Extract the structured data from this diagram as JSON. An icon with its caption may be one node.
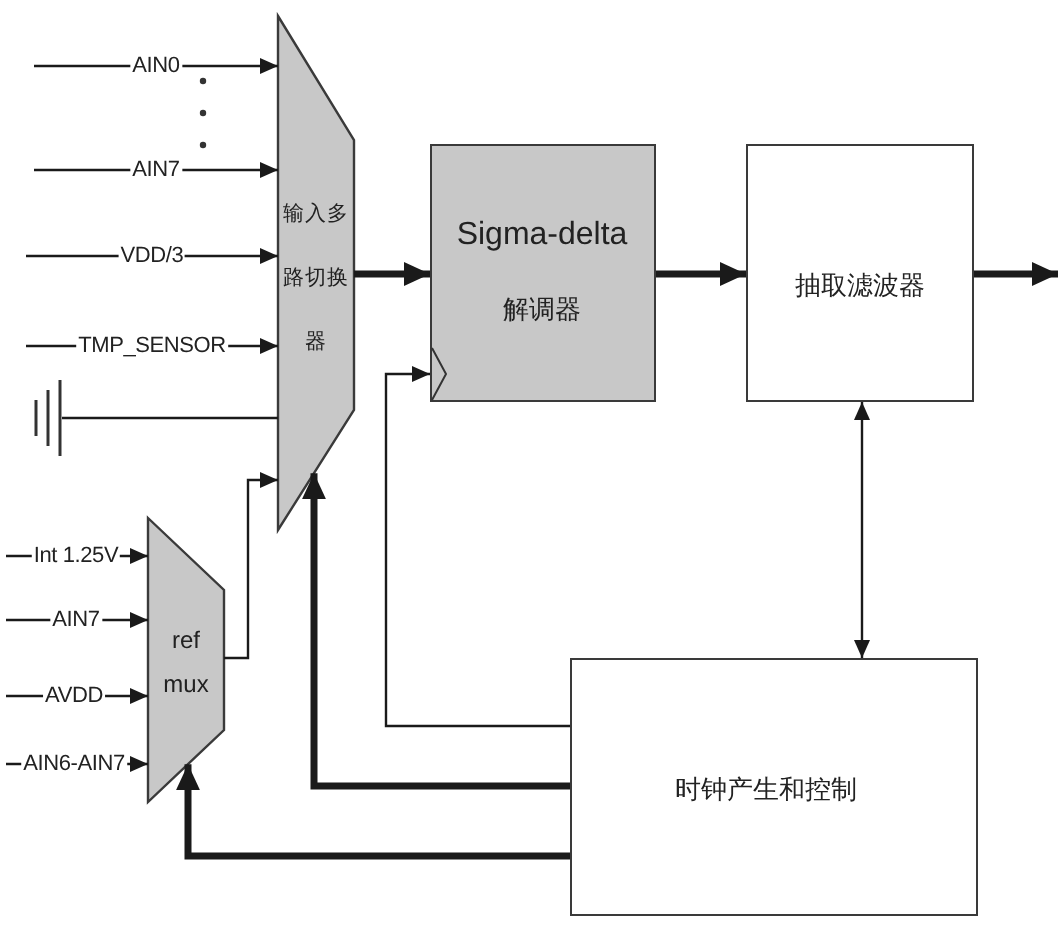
{
  "diagram": {
    "nodes": [
      {
        "text": [
          "输入多路切换器"
        ]
      },
      {
        "text": [
          "Sigma-delta",
          "解调器"
        ]
      },
      {
        "text": [
          "抽取滤波器"
        ]
      },
      {
        "text": [],
        "shape": "ground"
      },
      {
        "text": [
          "ref mux"
        ]
      },
      {
        "text": [
          "时钟产生和控制"
        ]
      }
    ],
    "edges": [
      {
        "from": null,
        "to": 0,
        "arrow": "to",
        "label": "AIN0"
      },
      {
        "from": null,
        "to": 0,
        "arrow": "to",
        "label": "AIN7"
      },
      {
        "from": null,
        "to": 0,
        "arrow": "to",
        "label": "VDD/3"
      },
      {
        "from": null,
        "to": 0,
        "arrow": "to",
        "label": "TMP_SENSOR"
      },
      {
        "from": 3,
        "to": 0,
        "arrow": "none"
      },
      {
        "from": 0,
        "to": 1,
        "arrow": "to",
        "style": "thick"
      },
      {
        "from": 1,
        "to": 2,
        "arrow": "to",
        "style": "thick"
      },
      {
        "from": 2,
        "to": null,
        "arrow": "to",
        "style": "thick"
      },
      {
        "from": 2,
        "to": 5,
        "arrow": "both"
      },
      {
        "from": 5,
        "to": 1,
        "arrow": "to"
      },
      {
        "from": 5,
        "to": 0,
        "arrow": "to",
        "style": "thick"
      },
      {
        "from": 5,
        "to": 4,
        "arrow": "to",
        "style": "thick"
      },
      {
        "from": 4,
        "to": 0,
        "arrow": "to"
      },
      {
        "from": null,
        "to": 4,
        "arrow": "to",
        "label": "Int 1.25V"
      },
      {
        "from": null,
        "to": 4,
        "arrow": "to",
        "label": "AIN7"
      },
      {
        "from": null,
        "to": 4,
        "arrow": "to",
        "label": "AVDD"
      },
      {
        "from": null,
        "to": 4,
        "arrow": "to",
        "label": "AIN6-AIN7"
      }
    ]
  }
}
